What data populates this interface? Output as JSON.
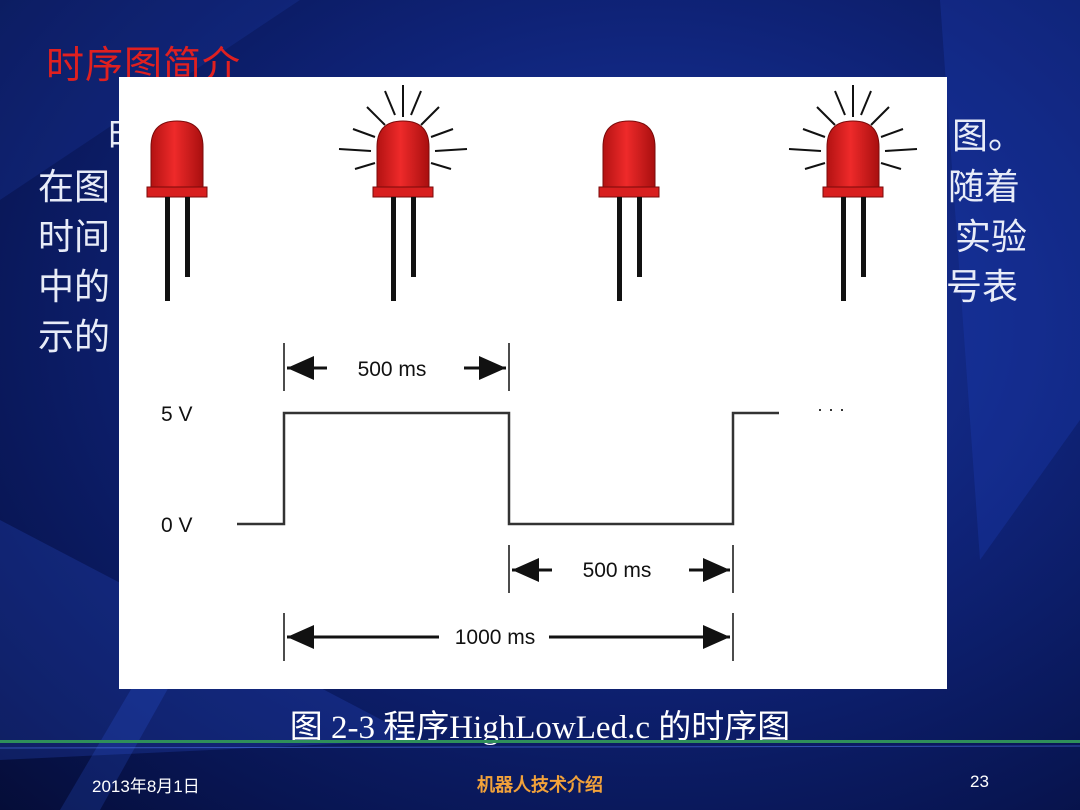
{
  "slide": {
    "title": "时序图简介",
    "body_lines": [
      "时",
      "图。",
      "在图",
      "随着",
      "时间",
      "实验",
      "中的",
      "号表",
      "示的"
    ],
    "caption": "图 2-3 程序HighLowLed.c 的时序图"
  },
  "diagram": {
    "voltage_high": "5 V",
    "voltage_low": "0 V",
    "interval_high": "500 ms",
    "interval_low": "500 ms",
    "period": "1000 ms",
    "continuation": "· · ·",
    "led_states": [
      "off",
      "on",
      "off",
      "on"
    ]
  },
  "footer": {
    "date": "2013年8月1日",
    "title": "机器人技术介绍",
    "page": "23"
  },
  "colors": {
    "title_red": "#e02020",
    "led_red": "#d81f1f",
    "footer_orange": "#f2a23a",
    "background": "#0f2378"
  }
}
